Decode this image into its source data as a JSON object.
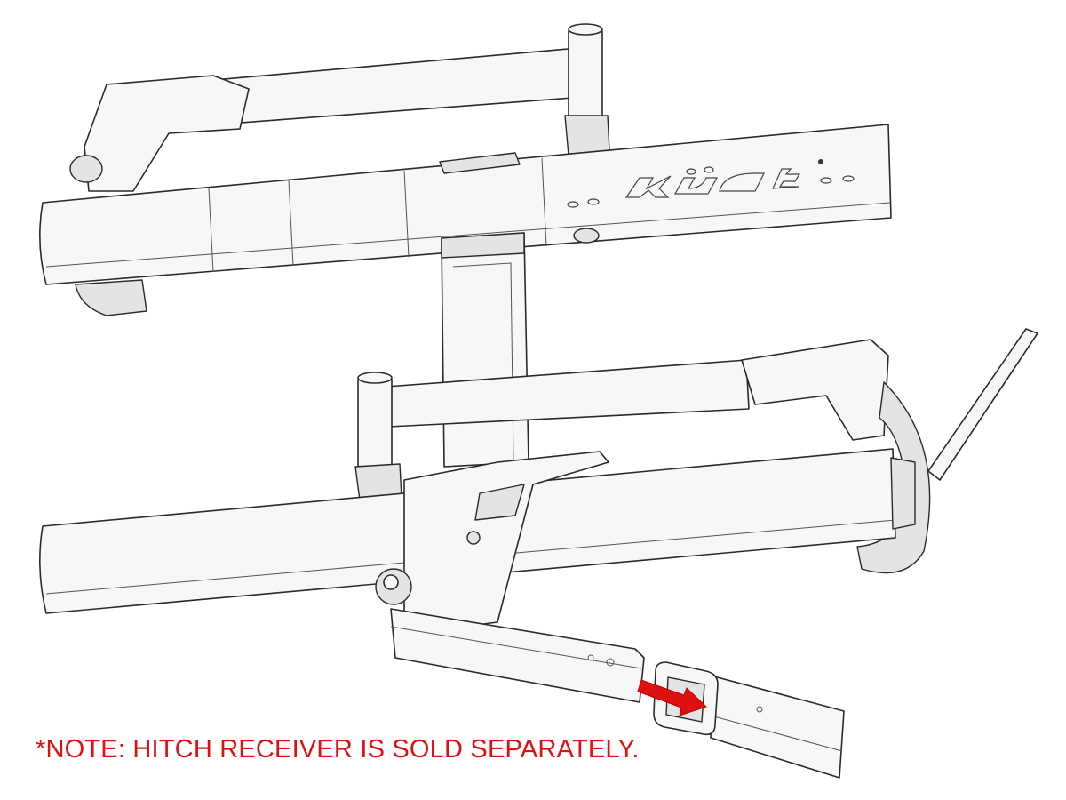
{
  "figure": {
    "brand_logo": "küat",
    "note": "*NOTE: HITCH RECEIVER IS SOLD SEPARATELY.",
    "colors": {
      "note": "#e01010",
      "arrow": "#e01010",
      "line": "#2a2a2a"
    },
    "arrow_icon": "red-arrow-right"
  }
}
